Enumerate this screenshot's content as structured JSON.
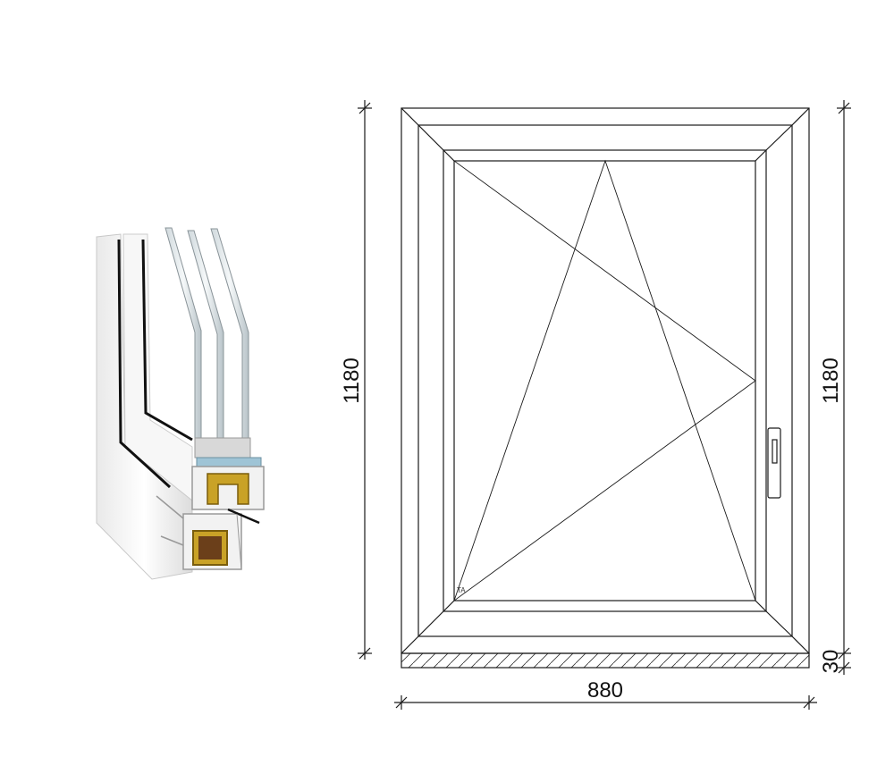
{
  "dimensions": {
    "width_label": "880",
    "height_left_label": "1180",
    "height_right_label": "1180",
    "sill_label": "30"
  },
  "sash": {
    "hinge_marker": "TA"
  },
  "colors": {
    "line": "#1a1a1a",
    "profile_white": "#f4f4f4",
    "reinforcement": "#c9a227",
    "gasket": "#111111",
    "glass": "#dfe6ea"
  }
}
